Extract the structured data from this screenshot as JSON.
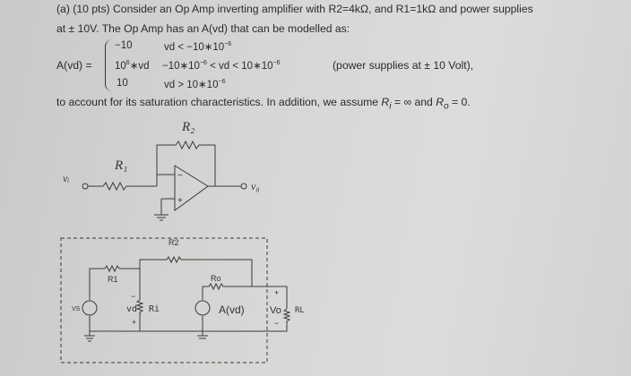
{
  "problem": {
    "line1": "(a) (10 pts) Consider an Op Amp inverting amplifier with R2=4kΩ, and R1=1kΩ and power supplies",
    "line2": "at ± 10V. The Op Amp has an A(vd) that can be modelled as:",
    "lhs": "A(vd) =",
    "cases": [
      {
        "value": "−10",
        "condition": "vd < −10∗10",
        "exp": "−6"
      },
      {
        "value": "10",
        "value_exp": "6",
        "value_suffix": "∗vd",
        "condition": "−10∗10",
        "cond_exp1": "−6",
        "condition_mid": " < vd < 10∗10",
        "exp": "−6"
      },
      {
        "value": "10",
        "condition": "vd > 10∗10",
        "exp": "−6"
      }
    ],
    "note": "(power supplies at ± 10 Volt),",
    "line_last_a": "to account for its saturation characteristics. In addition, we assume ",
    "ri": "R",
    "ri_sub": "i",
    "ri_val": " = ∞",
    "and": "  and ",
    "ro": "R",
    "ro_sub": "o",
    "ro_val": " = 0."
  },
  "circuit1": {
    "r2": "R₂",
    "r1": "R₁",
    "vi": "vᵢ",
    "vo": "v₀",
    "minus": "−",
    "plus": "+"
  },
  "circuit2": {
    "r2": "R2",
    "r1": "R1",
    "ro": "Ro",
    "vs": "VS",
    "vd": "vd",
    "ri": "Ri",
    "avd": "A(vd)",
    "vo": "Vo",
    "rl": "RL",
    "plus": "+",
    "minus": "−"
  }
}
